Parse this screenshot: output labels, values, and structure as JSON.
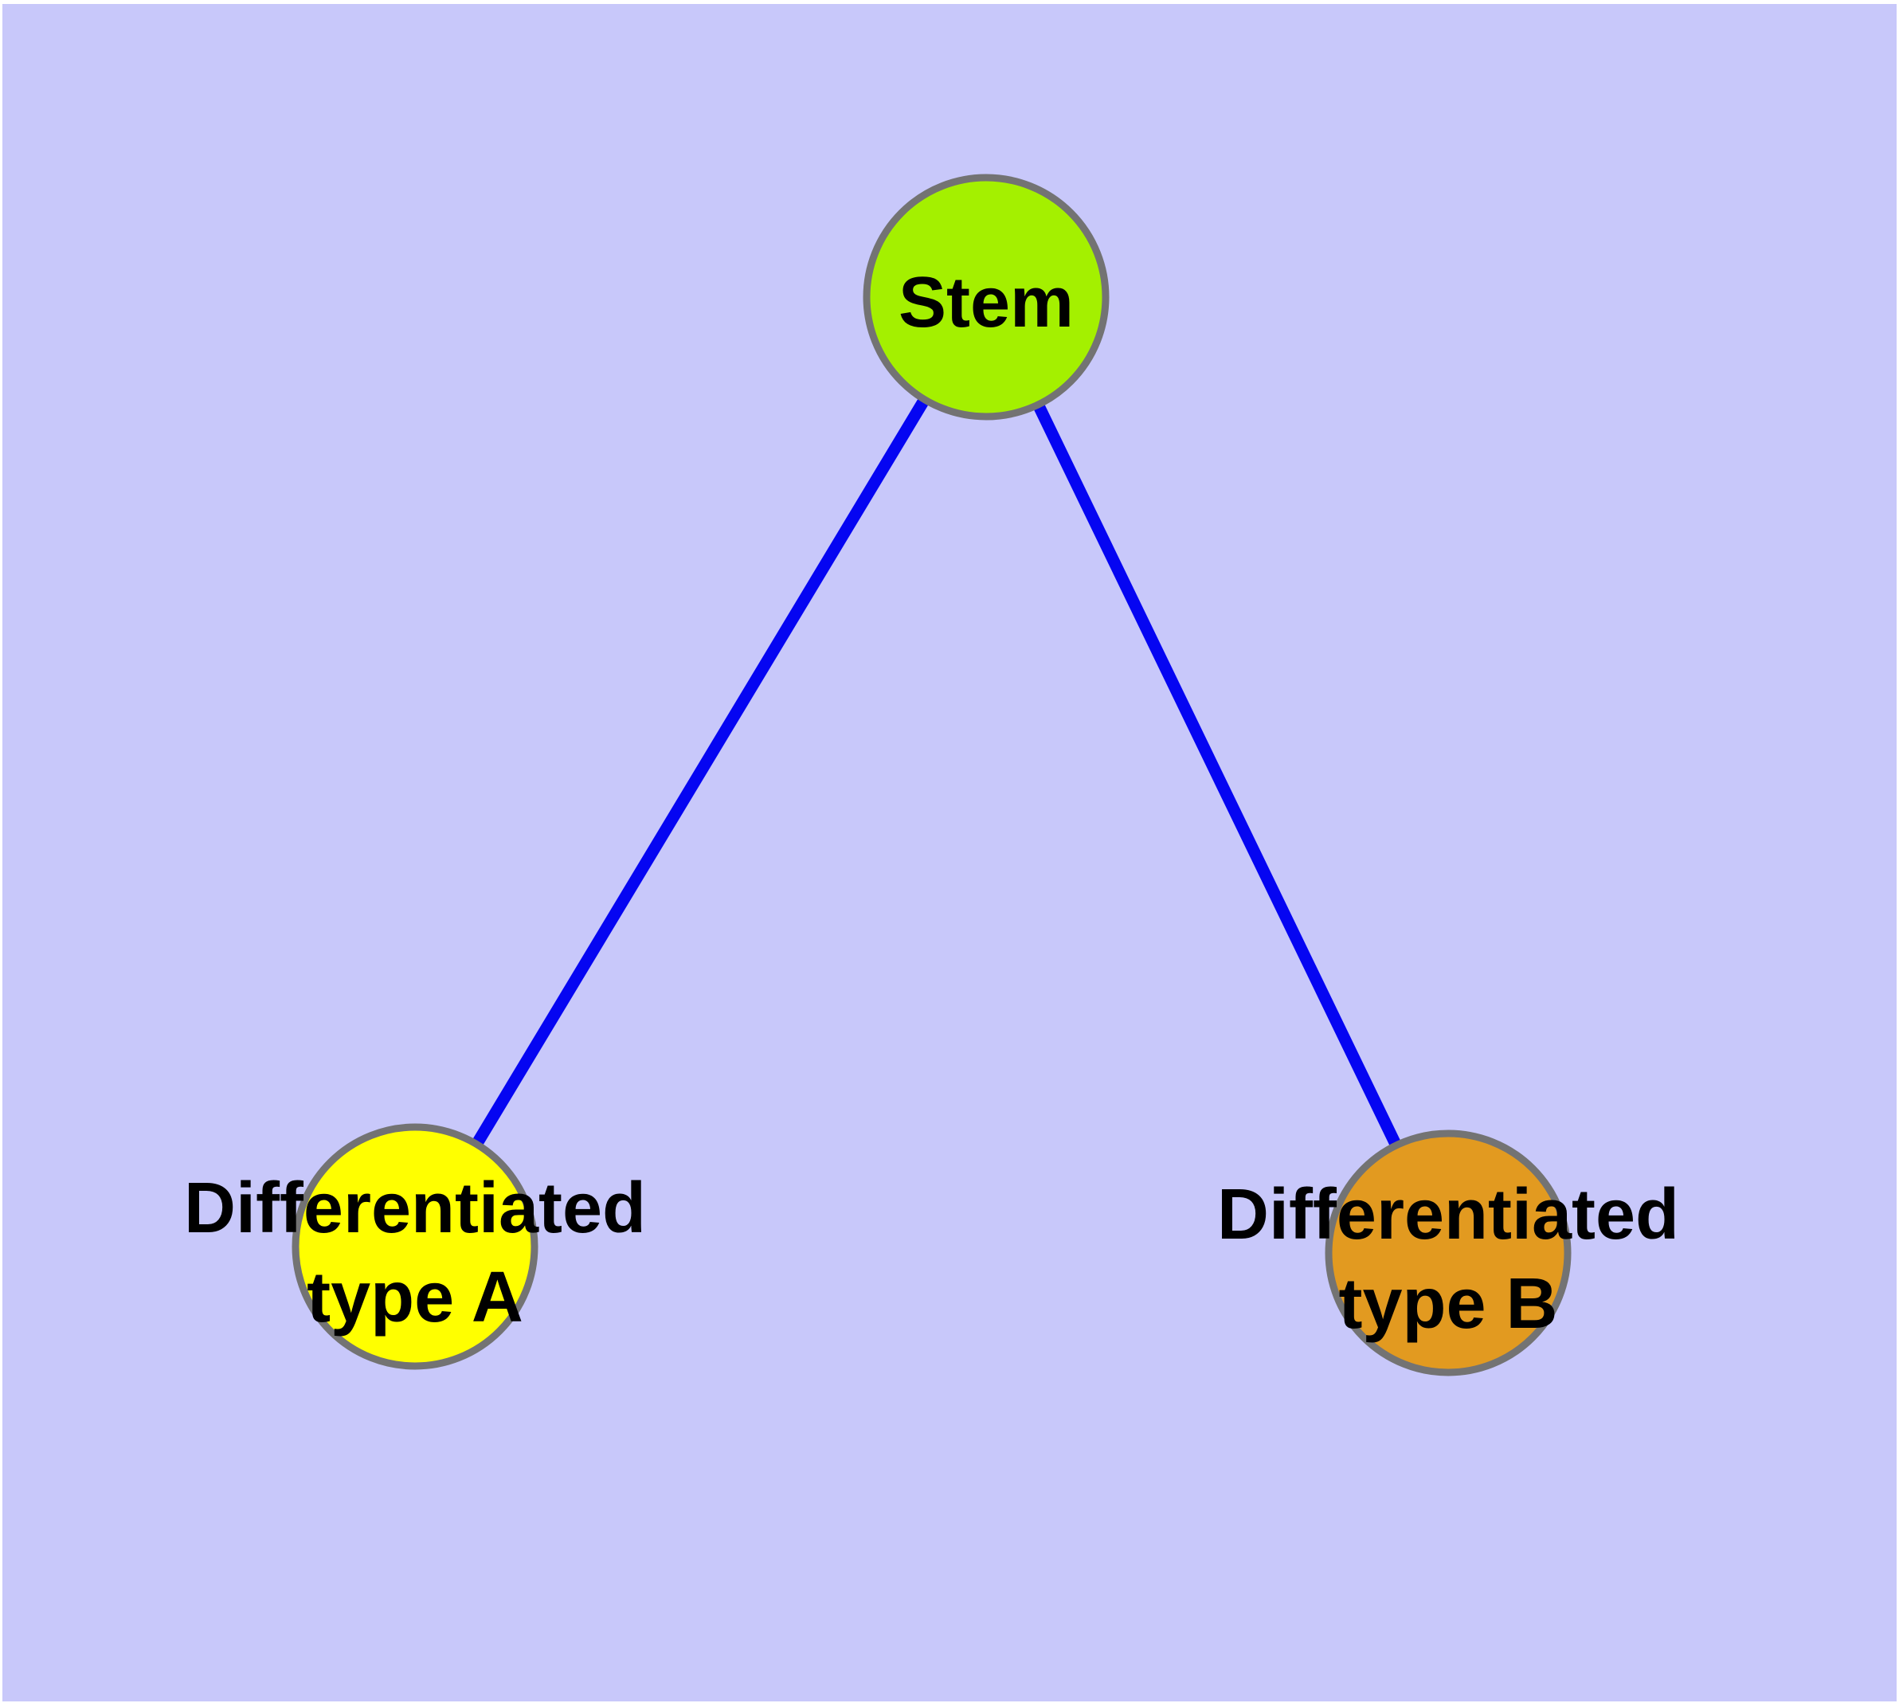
{
  "diagram": {
    "background_color": "#C8C8FA",
    "frame_color": "#FFFFFF",
    "edge_color": "#0505F2",
    "node_border_color": "#737373",
    "label_color": "#000000",
    "nodes": [
      {
        "id": "stem",
        "label": "Stem",
        "fill": "#A4F000"
      },
      {
        "id": "differentiated-type-a",
        "label_line1": "Differentiated",
        "label_line2": "type A",
        "fill": "#FFFF00"
      },
      {
        "id": "differentiated-type-b",
        "label_line1": "Differentiated",
        "label_line2": "type B",
        "fill": "#E29A20"
      }
    ],
    "edges": [
      {
        "from": "Stem",
        "to": "Differentiated type A"
      },
      {
        "from": "Stem",
        "to": "Differentiated type B"
      }
    ]
  }
}
